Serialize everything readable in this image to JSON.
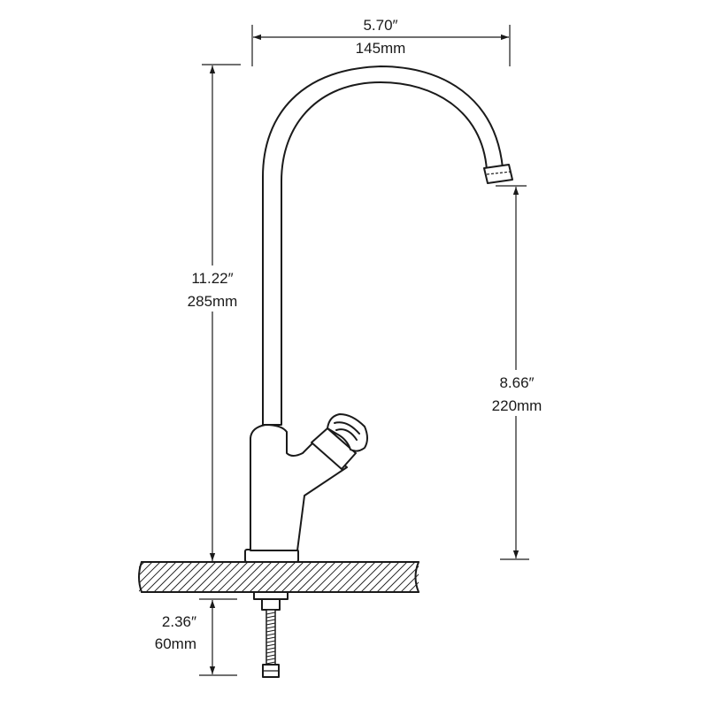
{
  "dimensions": {
    "width": {
      "imperial": "5.70″",
      "metric": "145mm"
    },
    "height": {
      "imperial": "11.22″",
      "metric": "285mm"
    },
    "spout": {
      "imperial": "8.66″",
      "metric": "220mm"
    },
    "shank": {
      "imperial": "2.36″",
      "metric": "60mm"
    }
  },
  "colors": {
    "line": "#1a1a1a",
    "background": "#ffffff"
  }
}
